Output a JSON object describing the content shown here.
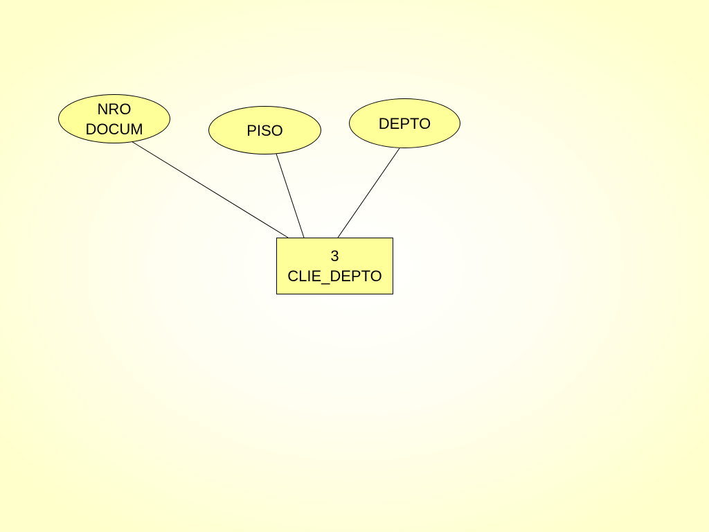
{
  "diagram": {
    "attributes": [
      {
        "id": "nro_docum",
        "label": "NRO\nDOCUM"
      },
      {
        "id": "piso",
        "label": "PISO"
      },
      {
        "id": "depto",
        "label": "DEPTO"
      }
    ],
    "entity": {
      "label": "3\nCLIE_DEPTO"
    },
    "connections": [
      {
        "from": "nro_docum",
        "to": "entity"
      },
      {
        "from": "piso",
        "to": "entity"
      },
      {
        "from": "depto",
        "to": "entity"
      }
    ]
  },
  "colors": {
    "node_fill": "#ffff99",
    "stroke": "#000000",
    "background_edge": "#ffffcc",
    "background_center": "#ffffff"
  }
}
